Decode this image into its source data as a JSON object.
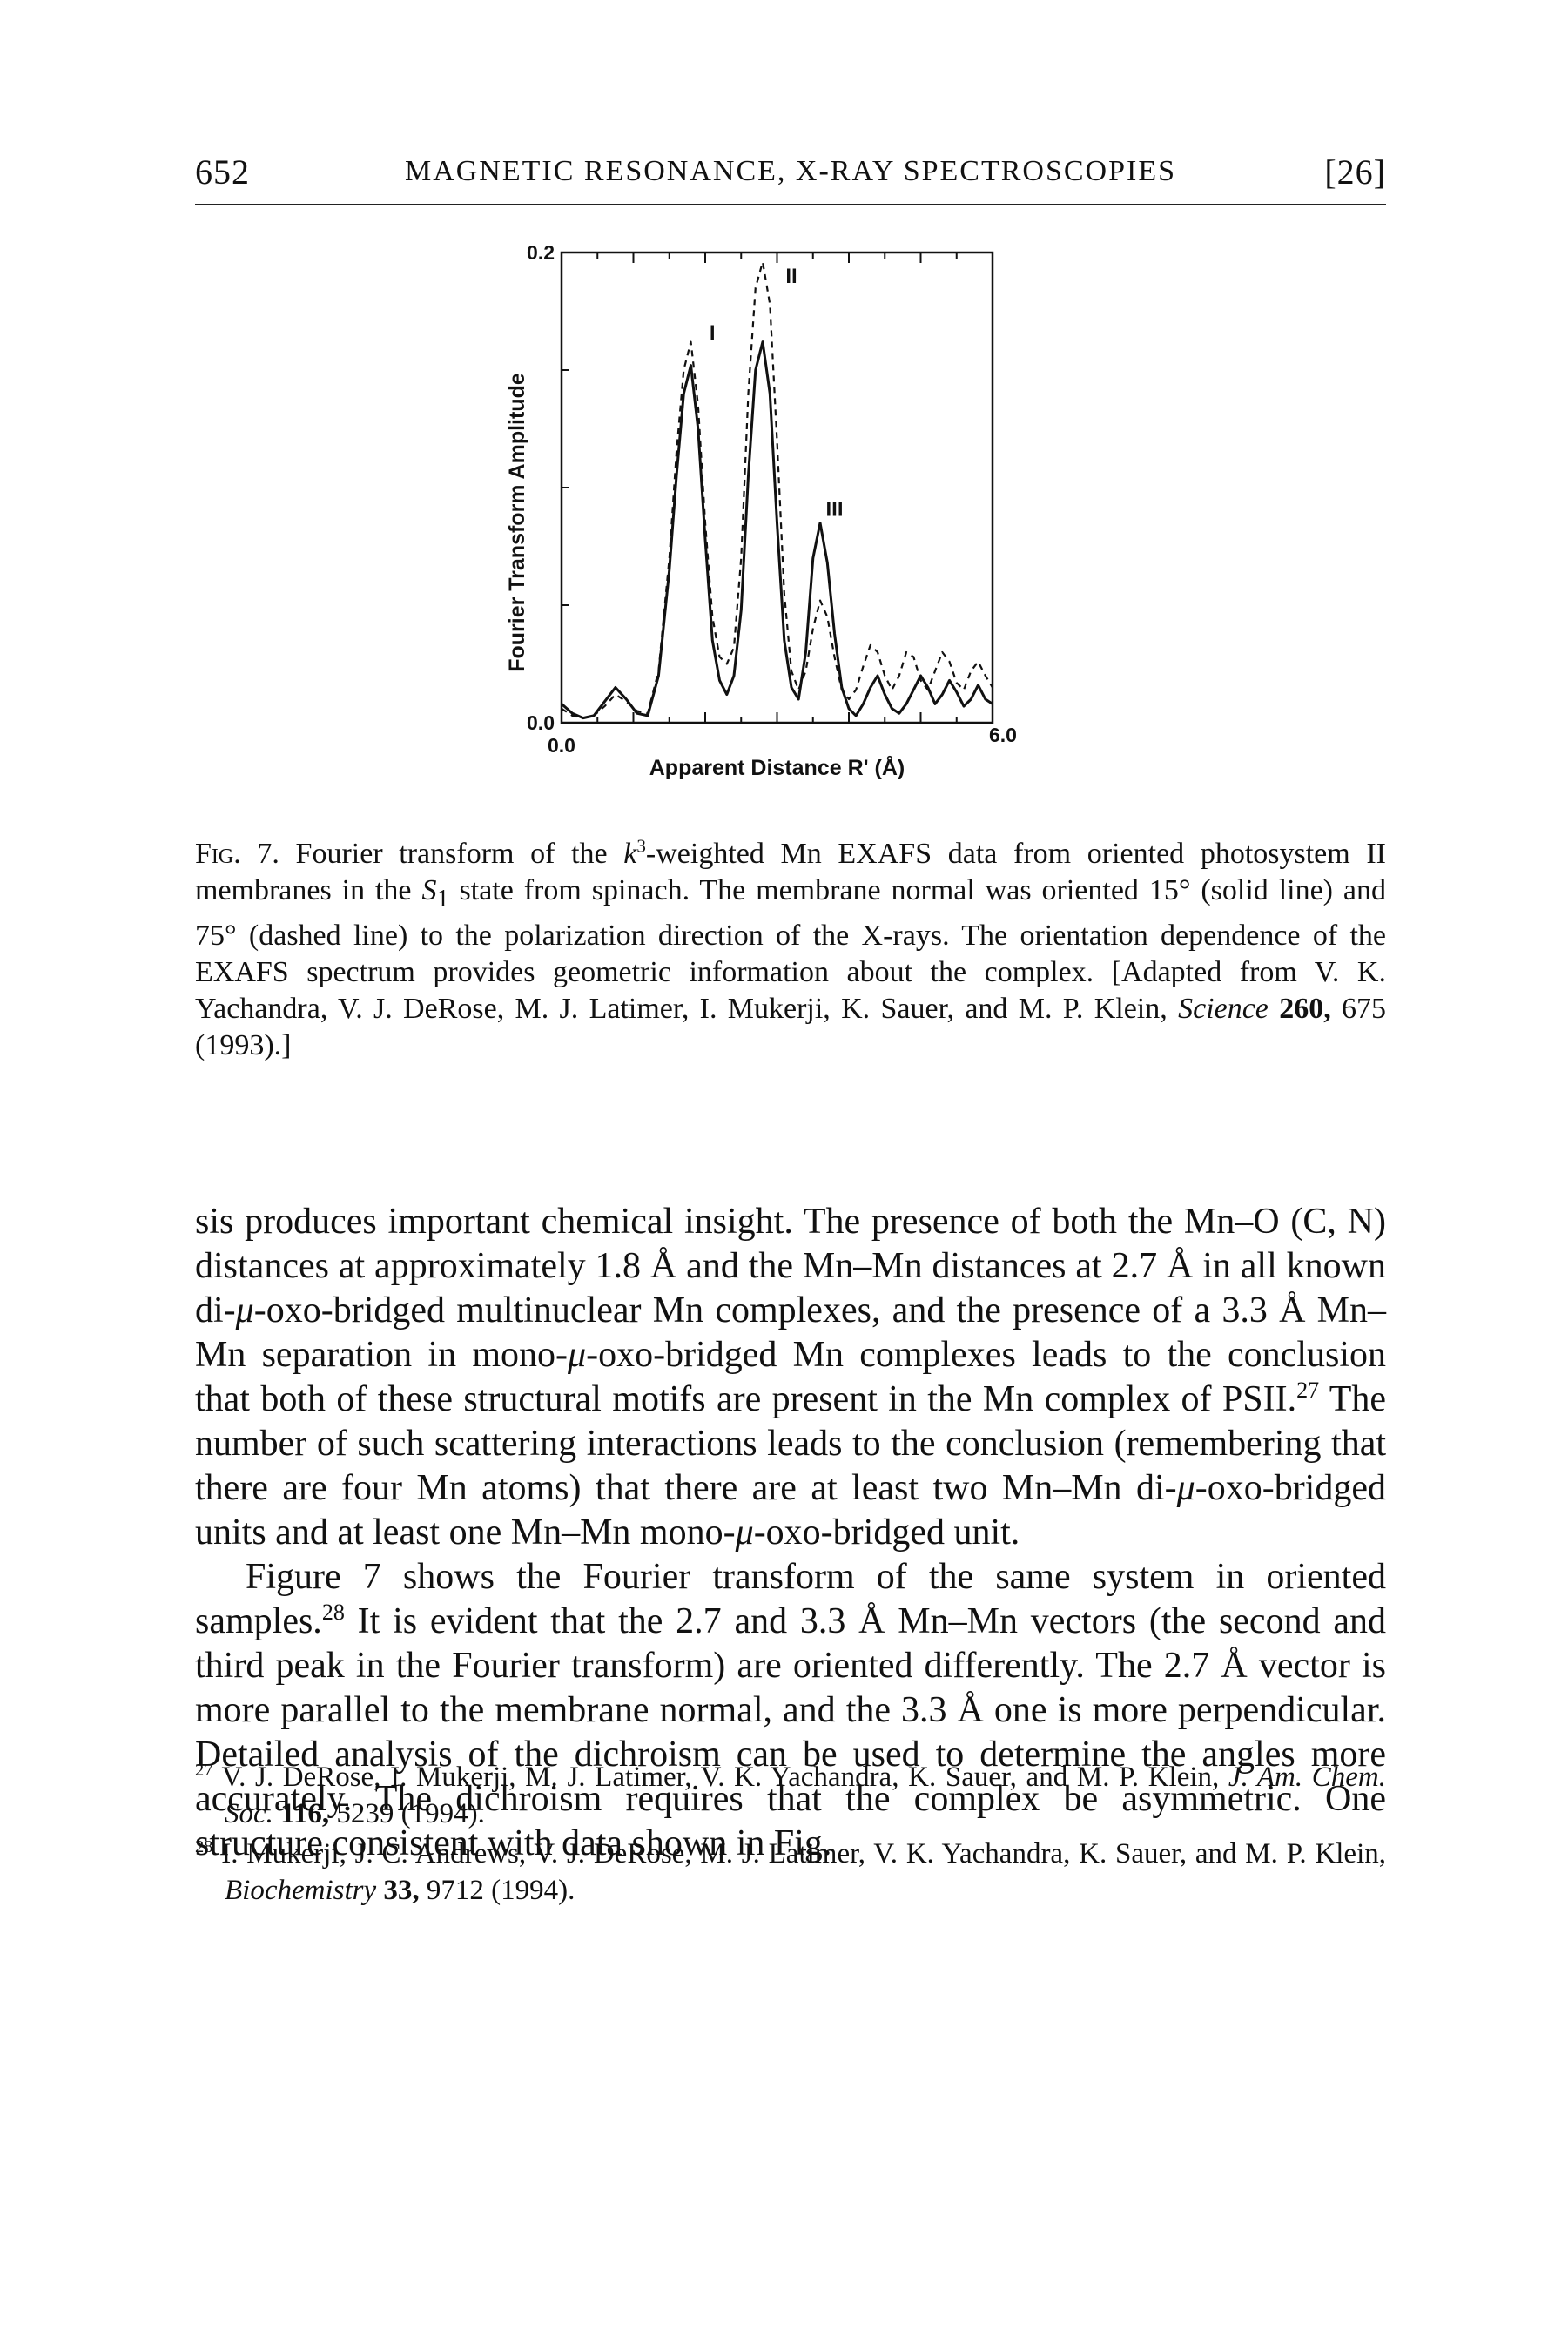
{
  "header": {
    "page_number": "652",
    "running_title": "MAGNETIC RESONANCE, X-RAY SPECTROSCOPIES",
    "section": "[26]"
  },
  "chart_data": {
    "type": "line",
    "xlabel": "Apparent Distance R' (Å)",
    "ylabel": "Fourier Transform Amplitude",
    "xlim": [
      0.0,
      6.0
    ],
    "ylim": [
      0.0,
      0.2
    ],
    "x_tick_labels": [
      "0.0",
      "6.0"
    ],
    "y_tick_labels": [
      "0.0",
      "0.2"
    ],
    "grid": false,
    "legend": "none",
    "annotations": [
      {
        "text": "I",
        "x": 2.1,
        "y": 0.163
      },
      {
        "text": "II",
        "x": 3.2,
        "y": 0.187
      },
      {
        "text": "III",
        "x": 3.8,
        "y": 0.088
      }
    ],
    "series": [
      {
        "style": "solid",
        "x": [
          0.0,
          0.15,
          0.3,
          0.45,
          0.6,
          0.75,
          0.9,
          1.05,
          1.2,
          1.35,
          1.5,
          1.6,
          1.7,
          1.8,
          1.9,
          2.0,
          2.1,
          2.2,
          2.3,
          2.4,
          2.5,
          2.6,
          2.7,
          2.8,
          2.9,
          3.0,
          3.1,
          3.2,
          3.3,
          3.4,
          3.5,
          3.6,
          3.7,
          3.8,
          3.9,
          4.0,
          4.1,
          4.2,
          4.3,
          4.4,
          4.5,
          4.6,
          4.7,
          4.8,
          4.9,
          5.0,
          5.1,
          5.2,
          5.3,
          5.4,
          5.5,
          5.6,
          5.7,
          5.8,
          5.9,
          6.0
        ],
        "y": [
          0.008,
          0.004,
          0.002,
          0.003,
          0.009,
          0.015,
          0.01,
          0.004,
          0.003,
          0.02,
          0.065,
          0.105,
          0.14,
          0.152,
          0.125,
          0.078,
          0.035,
          0.018,
          0.012,
          0.02,
          0.048,
          0.105,
          0.15,
          0.162,
          0.14,
          0.085,
          0.035,
          0.015,
          0.01,
          0.03,
          0.07,
          0.085,
          0.068,
          0.038,
          0.015,
          0.006,
          0.003,
          0.008,
          0.015,
          0.02,
          0.012,
          0.006,
          0.004,
          0.008,
          0.014,
          0.02,
          0.015,
          0.008,
          0.012,
          0.018,
          0.013,
          0.007,
          0.01,
          0.016,
          0.01,
          0.008
        ]
      },
      {
        "style": "dashed",
        "x": [
          0.0,
          0.15,
          0.3,
          0.45,
          0.6,
          0.75,
          0.9,
          1.05,
          1.2,
          1.35,
          1.5,
          1.6,
          1.7,
          1.8,
          1.9,
          2.0,
          2.1,
          2.2,
          2.3,
          2.4,
          2.5,
          2.6,
          2.7,
          2.8,
          2.9,
          3.0,
          3.1,
          3.2,
          3.3,
          3.4,
          3.5,
          3.6,
          3.7,
          3.8,
          3.9,
          4.0,
          4.1,
          4.2,
          4.3,
          4.4,
          4.5,
          4.6,
          4.7,
          4.8,
          4.9,
          5.0,
          5.1,
          5.2,
          5.3,
          5.4,
          5.5,
          5.6,
          5.7,
          5.8,
          5.9,
          6.0
        ],
        "y": [
          0.006,
          0.003,
          0.002,
          0.003,
          0.007,
          0.012,
          0.009,
          0.005,
          0.004,
          0.022,
          0.07,
          0.115,
          0.15,
          0.162,
          0.135,
          0.085,
          0.045,
          0.028,
          0.025,
          0.032,
          0.07,
          0.14,
          0.185,
          0.196,
          0.178,
          0.12,
          0.055,
          0.022,
          0.014,
          0.022,
          0.04,
          0.052,
          0.045,
          0.028,
          0.014,
          0.01,
          0.014,
          0.024,
          0.033,
          0.03,
          0.02,
          0.014,
          0.02,
          0.03,
          0.028,
          0.018,
          0.014,
          0.022,
          0.03,
          0.026,
          0.017,
          0.014,
          0.022,
          0.026,
          0.02,
          0.015
        ]
      }
    ]
  },
  "caption": {
    "label": "Fig. 7.",
    "text_1": "Fourier transform of the ",
    "k_var": "k",
    "k_exp": "3",
    "text_2": "-weighted Mn EXAFS data from oriented photosystem II membranes in the ",
    "s_var": "S",
    "s_sub": "1",
    "text_3": " state from spinach. The membrane normal was oriented 15° (solid line) and 75° (dashed line) to the polarization direction of the X-rays. The orientation dependence of the EXAFS spectrum provides geometric information about the complex. [Adapted from V. K. Yachandra, V. J. DeRose, M. J. Latimer, I. Mukerji, K. Sauer, and M. P. Klein, ",
    "journal": "Science",
    "volume": "260,",
    "rest": " 675 (1993).]"
  },
  "body": {
    "p1_a": "sis produces important chemical insight. The presence of both the Mn–O (C, N) distances at approximately 1.8 Å and the Mn–Mn distances at 2.7 Å in all known di-",
    "mu": "μ",
    "p1_b": "-oxo-bridged multinuclear Mn complexes, and the presence of a 3.3 Å Mn–Mn separation in mono-",
    "p1_c": "-oxo-bridged Mn complexes leads to the conclusion that both of these structural motifs are present in the Mn complex of PSII.",
    "ref27": "27",
    "p1_d": " The number of such scattering interactions leads to the conclusion (remembering that there are four Mn atoms) that there are at least two Mn–Mn di-",
    "p1_e": "-oxo-bridged units and at least one Mn–Mn mono-",
    "p1_f": "-oxo-bridged unit.",
    "p2_a": "Figure 7 shows the Fourier transform of the same system in oriented samples.",
    "ref28": "28",
    "p2_b": " It is evident that the 2.7 and 3.3 Å Mn–Mn vectors (the second and third peak in the Fourier transform) are oriented differently. The 2.7 Å vector is more parallel to the membrane normal, and the 3.3 Å one is more perpendicular. Detailed analysis of the dichroism can be used to determine the angles more accurately. The dichroism requires that the complex be asymmetric. One structure consistent with data shown in Fig."
  },
  "footnotes": [
    {
      "num": "27",
      "authors": " V. J. DeRose, I. Mukerji, M. J. Latimer, V. K. Yachandra, K. Sauer, and M. P. Klein, ",
      "journal": "J. Am. Chem. Soc.",
      "volume": " 116,",
      "pages": " 5239 (1994)."
    },
    {
      "num": "28",
      "authors": " I. Mukerji, J. C. Andrews, V. J. DeRose, M. J. Latimer, V. K. Yachandra, K. Sauer, and M. P. Klein, ",
      "journal": "Biochemistry",
      "volume": " 33,",
      "pages": " 9712 (1994)."
    }
  ]
}
